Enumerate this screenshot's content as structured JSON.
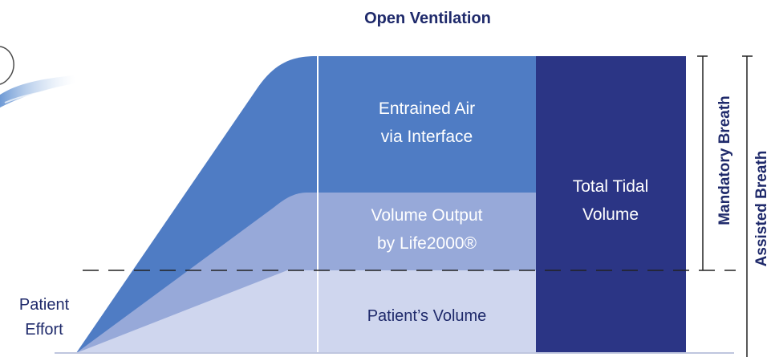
{
  "title": "Open Ventilation",
  "labels": {
    "entrained_line1": "Entrained Air",
    "entrained_line2": "via Interface",
    "volume_output_line1": "Volume Output",
    "volume_output_line2": "by Life2000®",
    "patients_volume": "Patient’s Volume",
    "total_tidal_line1": "Total Tidal",
    "total_tidal_line2": "Volume",
    "patient_effort_line1": "Patient",
    "patient_effort_line2": "Effort",
    "mandatory_breath": "Mandatory Breath",
    "assisted_breath": "Assisted Breath"
  },
  "colors": {
    "entrained_air": "#4f7cc4",
    "volume_output": "#97a9d9",
    "patients_volume": "#cfd6ee",
    "total_tidal": "#2b3585",
    "text_navy": "#1f2a6b",
    "background": "#ffffff"
  },
  "icons": {
    "nasal_interface": "air-flow-icon"
  }
}
